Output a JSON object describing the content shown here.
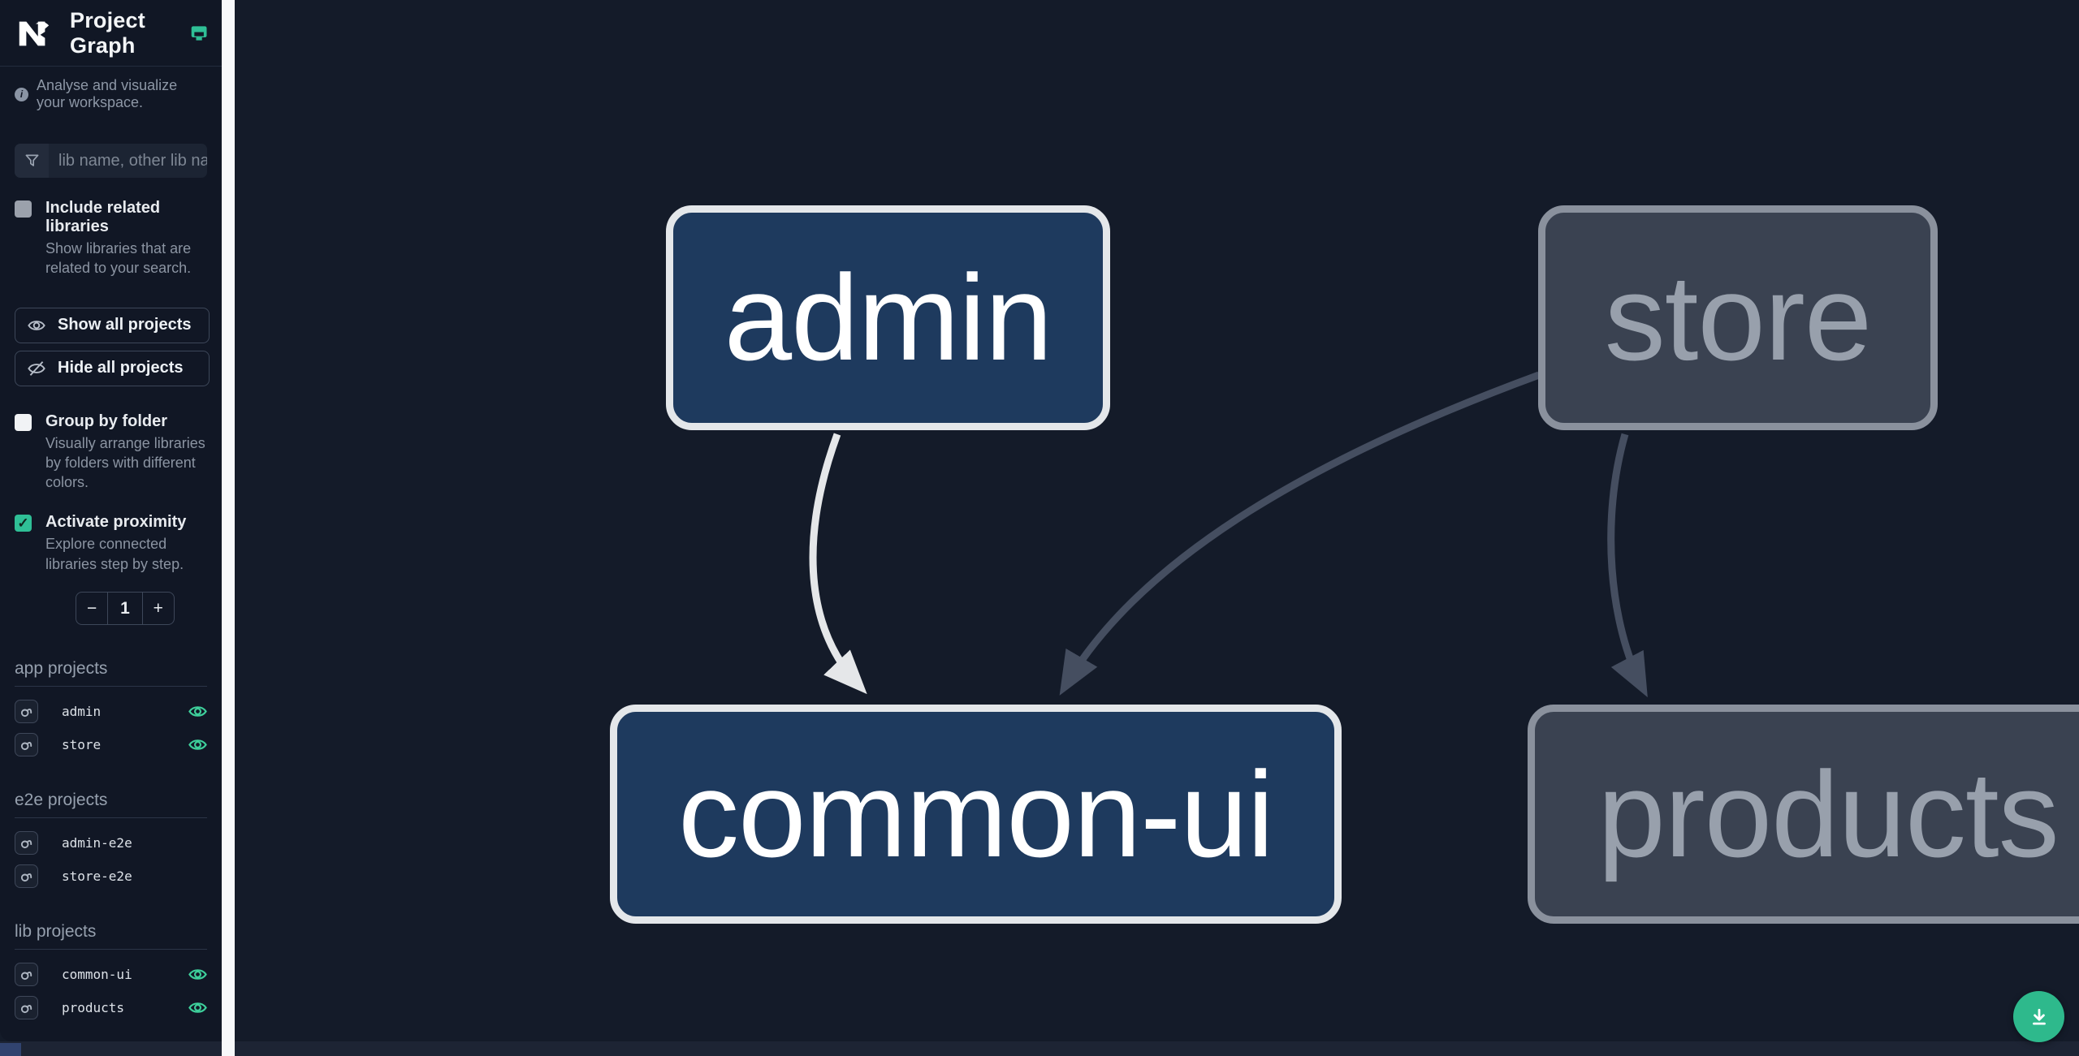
{
  "header": {
    "app_title": "Project Graph",
    "logo_icon": "nx-logo",
    "status_icon": "monitor-icon"
  },
  "sidebar": {
    "intro_text": "Analyse and visualize your workspace.",
    "filter": {
      "placeholder": "lib name, other lib name",
      "icon": "funnel-icon"
    },
    "include_related": {
      "label": "Include related libraries",
      "description": "Show libraries that are related to your search.",
      "checked": false
    },
    "show_all_label": "Show all projects",
    "hide_all_label": "Hide all projects",
    "group_by_folder": {
      "label": "Group by folder",
      "description": "Visually arrange libraries by folders with different colors.",
      "checked": false
    },
    "activate_proximity": {
      "label": "Activate proximity",
      "description": "Explore connected libraries step by step.",
      "checked": true
    },
    "proximity": {
      "minus": "−",
      "value": "1",
      "plus": "+"
    },
    "sections": [
      {
        "heading": "app projects",
        "items": [
          {
            "name": "admin",
            "visible": true
          },
          {
            "name": "store",
            "visible": true
          }
        ]
      },
      {
        "heading": "e2e projects",
        "items": [
          {
            "name": "admin-e2e",
            "visible": false
          },
          {
            "name": "store-e2e",
            "visible": false
          }
        ]
      },
      {
        "heading": "lib projects",
        "items": [
          {
            "name": "common-ui",
            "visible": true
          },
          {
            "name": "products",
            "visible": true
          }
        ]
      }
    ]
  },
  "graph": {
    "nodes": [
      {
        "id": "admin",
        "label": "admin",
        "state": "focused"
      },
      {
        "id": "store",
        "label": "store",
        "state": "unfocused"
      },
      {
        "id": "common-ui",
        "label": "common-ui",
        "state": "focused"
      },
      {
        "id": "products",
        "label": "products",
        "state": "unfocused"
      }
    ],
    "edges": [
      {
        "source": "admin",
        "target": "common-ui",
        "style": "light"
      },
      {
        "source": "store",
        "target": "common-ui",
        "style": "gray"
      },
      {
        "source": "store",
        "target": "products",
        "style": "gray"
      }
    ]
  },
  "fab": {
    "icon": "download-icon"
  },
  "colors": {
    "canvas_bg": "#141b29",
    "sidebar_bg": "#111725",
    "accent_teal": "#2fbf96",
    "eye_green": "#3ecf9b",
    "node_focused_fill": "#1e3a5e",
    "node_focused_border": "#e4e7ea",
    "node_unfocused_fill": "#3a4251",
    "node_unfocused_border": "#8a919d",
    "edge_light": "#e5e7e9",
    "edge_gray": "#454e60",
    "fab_green": "#2eb98c"
  }
}
